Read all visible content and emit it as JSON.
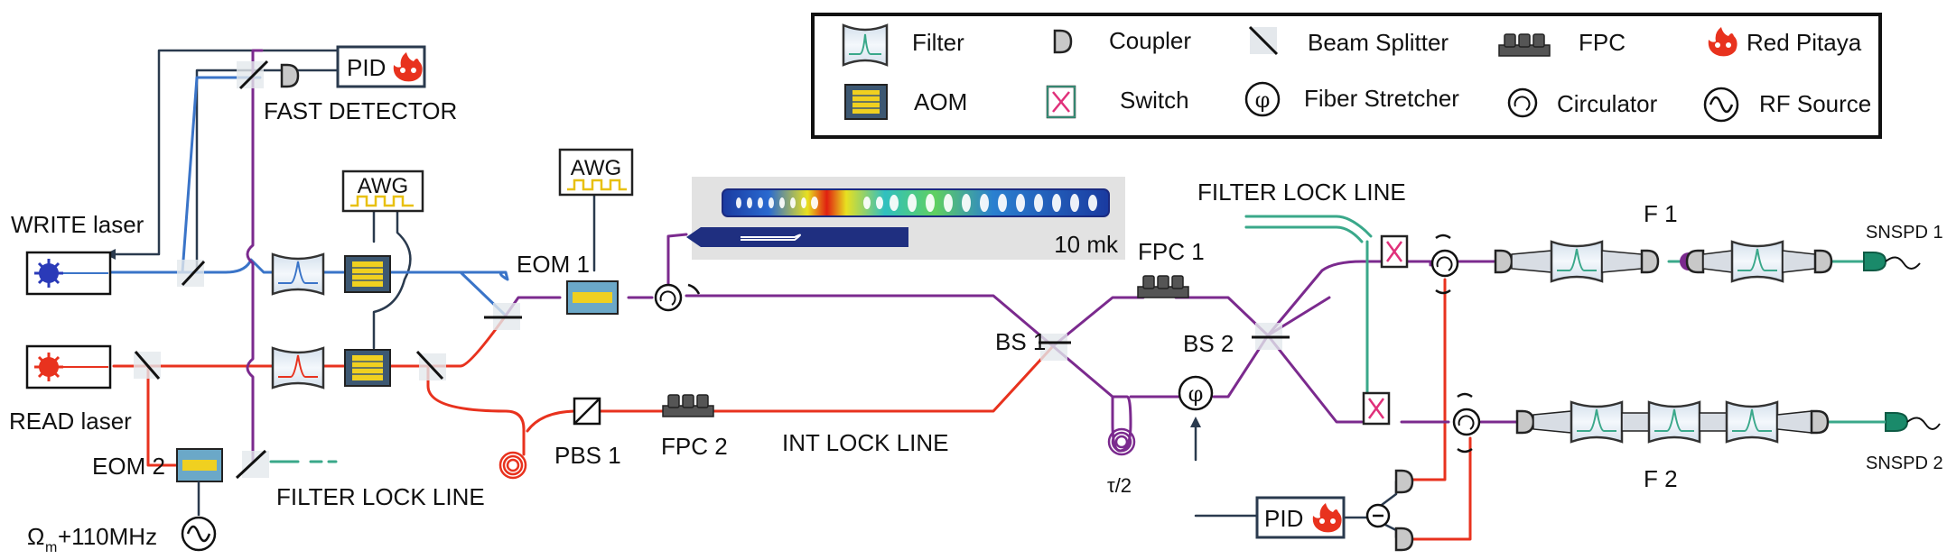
{
  "legend": {
    "filter": "Filter",
    "aom": "AOM",
    "coupler": "Coupler",
    "switch": "Switch",
    "beam_splitter": "Beam Splitter",
    "fiber_stretcher": "Fiber Stretcher",
    "fpc": "FPC",
    "circulator": "Circulator",
    "red_pitaya": "Red Pitaya",
    "rf_source": "RF Source"
  },
  "labels": {
    "write_laser": "WRITE laser",
    "read_laser": "READ laser",
    "fast_detector": "FAST DETECTOR",
    "pid_top": "PID",
    "pid_bottom": "PID",
    "awg_left": "AWG",
    "awg_right": "AWG",
    "eom1": "EOM 1",
    "eom2": "EOM 2",
    "rf_freq_omega": "Ω",
    "rf_freq_sub": "m",
    "rf_freq_rest": "+110MHz",
    "filter_lock_line_left": "FILTER LOCK LINE",
    "filter_lock_line_right": "FILTER LOCK LINE",
    "cryo_temp": "10 mk",
    "bs1": "BS 1",
    "bs2": "BS 2",
    "fpc1": "FPC 1",
    "fpc2": "FPC 2",
    "pbs1": "PBS 1",
    "int_lock_line": "INT LOCK LINE",
    "tau_half": "τ/2",
    "f1": "F 1",
    "f2": "F 2",
    "snspd1": "SNSPD 1",
    "snspd2": "SNSPD 2"
  },
  "colors": {
    "write_path": "#3a74c8",
    "read_path": "#e8321e",
    "fiber_path": "#7b2a8e",
    "lock_path": "#3aa88a",
    "control_path": "#2a3a4e"
  },
  "icons": [
    "filter-icon",
    "aom-icon",
    "coupler-icon",
    "switch-icon",
    "beam-splitter-icon",
    "fiber-stretcher-icon",
    "fpc-icon",
    "circulator-icon",
    "red-pitaya-icon",
    "rf-source-icon"
  ]
}
